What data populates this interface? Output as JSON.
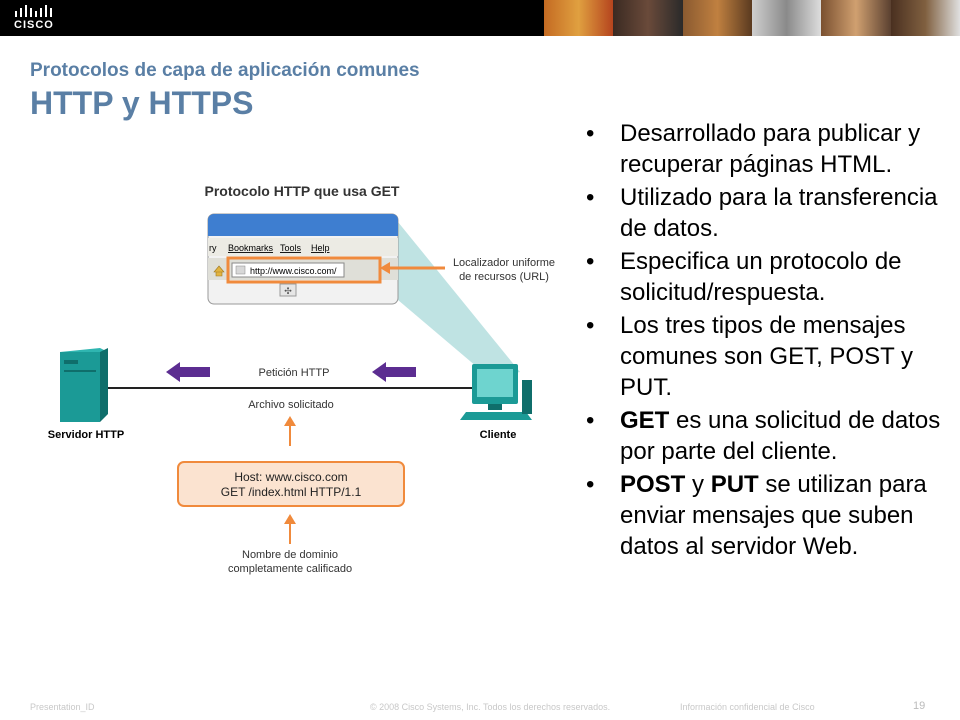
{
  "brand": {
    "logo_text": "CISCO"
  },
  "header": {
    "subtitle": "Protocolos de capa de aplicación comunes",
    "title": "HTTP y HTTPS"
  },
  "diagram": {
    "caption": "Protocolo HTTP que usa GET",
    "menu": {
      "partial": "ry",
      "bookmarks": "Bookmarks",
      "tools": "Tools",
      "help": "Help"
    },
    "url": "http://www.cisco.com/",
    "url_label_line1": "Localizador uniforme",
    "url_label_line2": "de recursos (URL)",
    "request_label": "Petición HTTP",
    "response_label": "Archivo solicitado",
    "server_label": "Servidor HTTP",
    "client_label": "Cliente",
    "host_line": "Host: www.cisco.com",
    "get_line": "GET /index.html HTTP/1.1",
    "fqdn_line1": "Nombre de dominio",
    "fqdn_line2": "completamente calificado"
  },
  "bullets": [
    {
      "pre": "",
      "bold": "",
      "post": "Desarrollado para publicar y recuperar páginas HTML."
    },
    {
      "pre": "",
      "bold": "",
      "post": "Utilizado para la transferencia de datos."
    },
    {
      "pre": "",
      "bold": "",
      "post": "Especifica un protocolo de solicitud/respuesta."
    },
    {
      "pre": "",
      "bold": "",
      "post": "Los tres tipos de mensajes comunes son GET, POST y PUT."
    },
    {
      "pre": "",
      "bold": "GET",
      "post": " es una solicitud de datos por parte del cliente."
    },
    {
      "pre": "",
      "bold": "POST",
      "mid": " y ",
      "bold2": "PUT",
      "post": " se utilizan para enviar mensajes que suben datos al servidor Web."
    }
  ],
  "footer": {
    "presentation_id": "Presentation_ID",
    "copyright": "© 2008 Cisco Systems, Inc. Todos los derechos reservados.",
    "confidential": "Información confidencial de Cisco",
    "page": "19"
  },
  "colors": {
    "title": "#5a7fa5",
    "accent_orange": "#f08a3c",
    "arrow_purple": "#5c2d91",
    "device_teal": "#1b9a96"
  }
}
